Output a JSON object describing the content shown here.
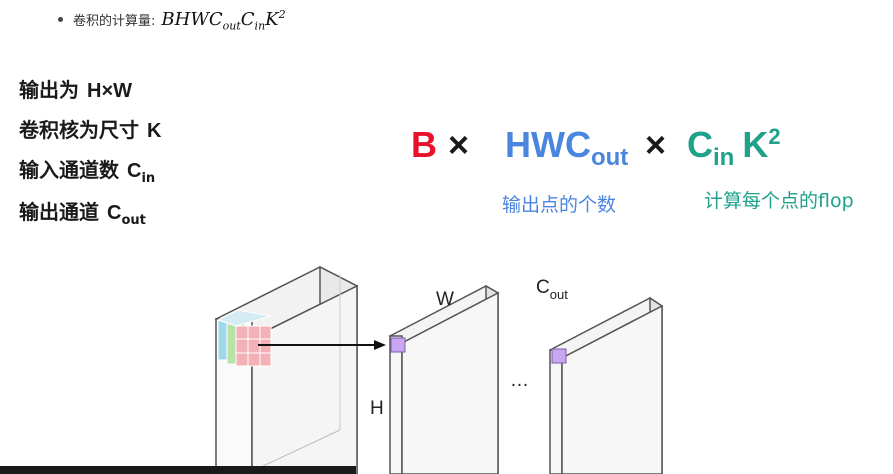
{
  "bullet": {
    "label": "卷积的计算量:",
    "formula": {
      "B": "B",
      "H": "H",
      "W": "W",
      "C1": "C",
      "out": "out",
      "C2": "C",
      "in": "in",
      "K": "K",
      "exp": "2"
    }
  },
  "info_lines": [
    {
      "text": "输出为",
      "symbol": "H×W",
      "sub": ""
    },
    {
      "text": "卷积核为尺寸",
      "symbol": "K",
      "sub": ""
    },
    {
      "text": "输入通道数",
      "symbol": "C",
      "sub": "in"
    },
    {
      "text": "输出通道",
      "symbol": "C",
      "sub": "out"
    }
  ],
  "big_formula": {
    "term_b": "B",
    "times": "×",
    "term_hwc": "HWC",
    "term_hwc_sub": "out",
    "term_c": "C",
    "term_c_sub": "in",
    "term_k": "K",
    "term_k_sup": "2",
    "label_output_points": "输出点的个数",
    "label_flop_per_point": "计算每个点的flop"
  },
  "diagram": {
    "label_w": "W",
    "label_h": "H",
    "label_c": "C",
    "label_c_sub": "out",
    "ellipsis": "…"
  },
  "colors": {
    "red": "#e8102a",
    "blue": "#4a86e0",
    "teal": "#1fa18a",
    "kernel_purple": "#c8a6f2",
    "kernel_blue": "#9ed8ea",
    "kernel_green": "#b8e2a6",
    "kernel_red": "#f3b0b7"
  }
}
